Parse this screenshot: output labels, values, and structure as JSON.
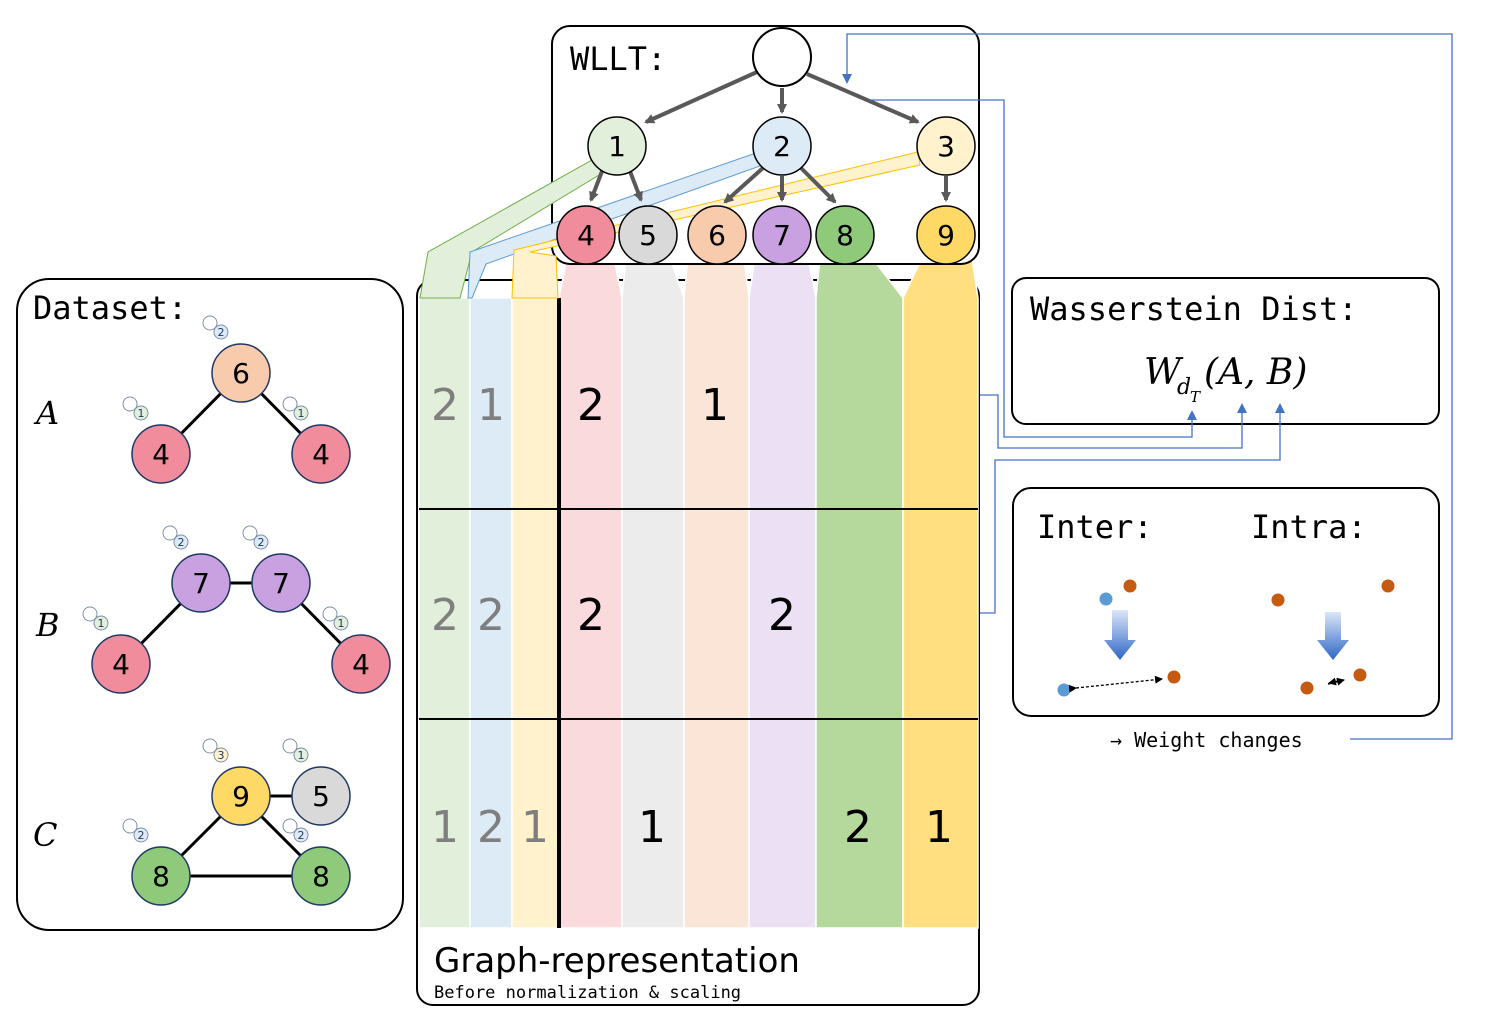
{
  "wllt": {
    "title": "WLLT:",
    "root_label": "",
    "level1": [
      {
        "label": "1",
        "color": "#e2efda"
      },
      {
        "label": "2",
        "color": "#ddebf7"
      },
      {
        "label": "3",
        "color": "#fff2cc"
      }
    ],
    "level2": [
      {
        "label": "4",
        "color": "#f08c9b"
      },
      {
        "label": "5",
        "color": "#d9d9d9"
      },
      {
        "label": "6",
        "color": "#f8cbad"
      },
      {
        "label": "7",
        "color": "#c9a0e0"
      },
      {
        "label": "8",
        "color": "#8fc97a"
      },
      {
        "label": "9",
        "color": "#ffd966"
      }
    ]
  },
  "dataset": {
    "title": "Dataset:",
    "graphs": [
      {
        "name": "A"
      },
      {
        "name": "B"
      },
      {
        "name": "C"
      }
    ],
    "node_labels": {
      "A": [
        "6",
        "4",
        "4"
      ],
      "B": [
        "7",
        "7",
        "4",
        "4"
      ],
      "C": [
        "9",
        "5",
        "8",
        "8"
      ]
    },
    "parent_badges": {
      "A": [
        "2",
        "1",
        "1"
      ],
      "B": [
        "2",
        "2",
        "1",
        "1"
      ],
      "C": [
        "3",
        "1",
        "2",
        "2"
      ]
    }
  },
  "representation": {
    "title": "Graph-representation",
    "subtitle": "Before normalization & scaling",
    "rows": [
      [
        "2",
        "1",
        "",
        "2",
        "",
        "1",
        "",
        "",
        ""
      ],
      [
        "2",
        "2",
        "",
        "2",
        "",
        "",
        "2",
        "",
        ""
      ],
      [
        "1",
        "2",
        "1",
        "",
        "1",
        "",
        "",
        "2",
        "1"
      ]
    ],
    "column_colors": [
      "#e2efda",
      "#ddebf7",
      "#fff2cc",
      "#fadadd",
      "#ececec",
      "#fbe5d6",
      "#ece0f5",
      "#b5d99c",
      "#ffdf80"
    ]
  },
  "wasserstein": {
    "title": "Wasserstein Dist:",
    "formula_w": "W",
    "formula_sub_d": "d",
    "formula_sub_t": "T",
    "formula_args": "(A, B)"
  },
  "inter_intra": {
    "inter_label": "Inter:",
    "intra_label": "Intra:"
  },
  "weight_changes": "→ Weight changes",
  "colors": {
    "blue_point": "#5b9bd5",
    "orange_point": "#c55a11",
    "arrow_blue": "#4472c4",
    "connector": "#4472c4"
  }
}
